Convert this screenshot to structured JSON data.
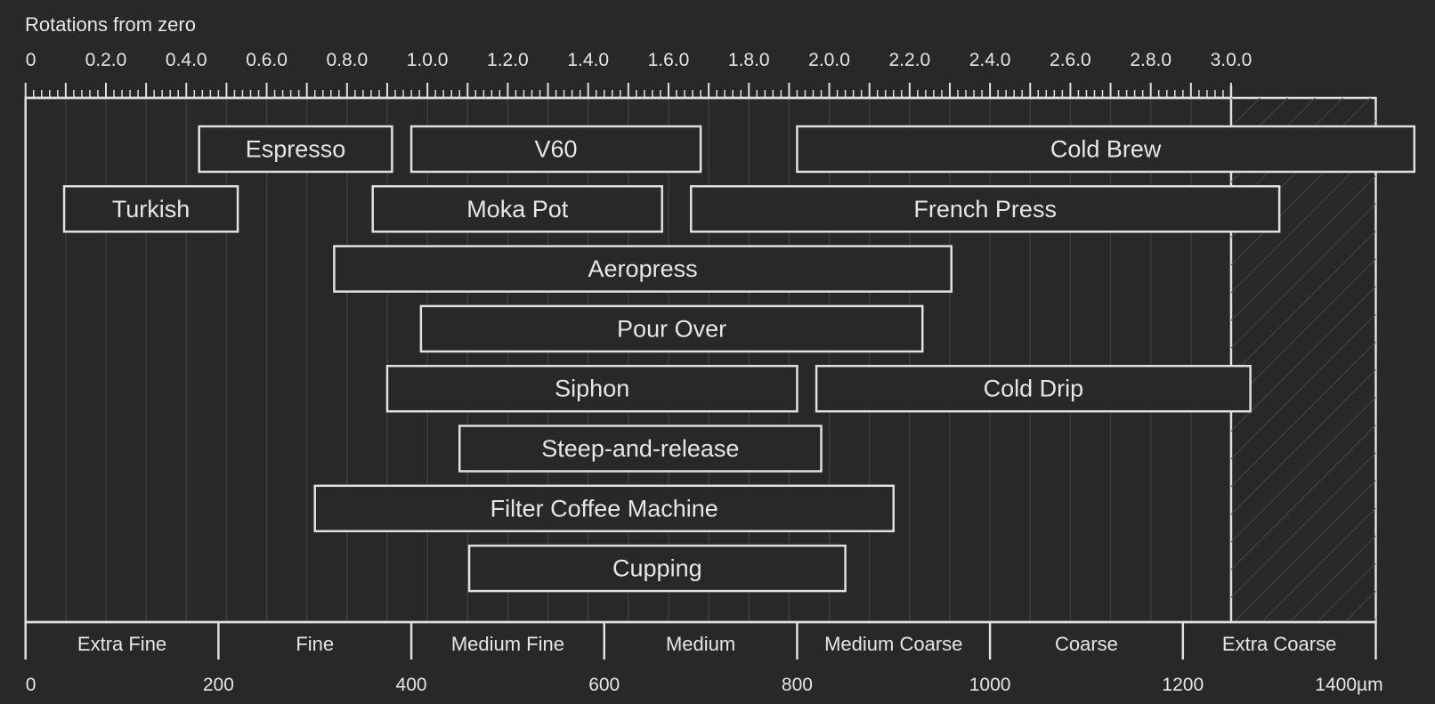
{
  "chart_data": {
    "type": "bar",
    "orientation": "horizontal-range",
    "title": "",
    "top_axis": {
      "label": "Rotations from zero",
      "tick_labels": [
        "0",
        "0.2.0",
        "0.4.0",
        "0.6.0",
        "0.8.0",
        "1.0.0",
        "1.2.0",
        "1.4.0",
        "1.6.0",
        "1.8.0",
        "2.0.0",
        "2.2.0",
        "2.4.0",
        "2.6.0",
        "2.8.0",
        "3.0.0"
      ],
      "max_rotations": 3.0,
      "um_per_rotation": 416.67
    },
    "bottom_axis": {
      "unit": "µm",
      "xlim": [
        0,
        1400
      ],
      "tick_values": [
        0,
        200,
        400,
        600,
        800,
        1000,
        1200,
        1400
      ],
      "tick_labels": [
        "0",
        "200",
        "400",
        "600",
        "800",
        "1000",
        "1200",
        "1400µm"
      ]
    },
    "grind_categories": [
      {
        "label": "Extra Fine",
        "from": 0,
        "to": 200
      },
      {
        "label": "Fine",
        "from": 200,
        "to": 400
      },
      {
        "label": "Medium Fine",
        "from": 400,
        "to": 600
      },
      {
        "label": "Medium",
        "from": 600,
        "to": 800
      },
      {
        "label": "Medium Coarse",
        "from": 800,
        "to": 1000
      },
      {
        "label": "Coarse",
        "from": 1000,
        "to": 1200
      },
      {
        "label": "Extra Coarse",
        "from": 1200,
        "to": 1400
      }
    ],
    "out_of_range_from": 1250,
    "series": [
      {
        "name": "Espresso",
        "row": 0,
        "from": 180,
        "to": 380
      },
      {
        "name": "V60",
        "row": 0,
        "from": 400,
        "to": 700
      },
      {
        "name": "Cold Brew",
        "row": 0,
        "from": 800,
        "to": 1440
      },
      {
        "name": "Turkish",
        "row": 1,
        "from": 40,
        "to": 220
      },
      {
        "name": "Moka Pot",
        "row": 1,
        "from": 360,
        "to": 660
      },
      {
        "name": "French Press",
        "row": 1,
        "from": 690,
        "to": 1300
      },
      {
        "name": "Aeropress",
        "row": 2,
        "from": 320,
        "to": 960
      },
      {
        "name": "Pour Over",
        "row": 3,
        "from": 410,
        "to": 930
      },
      {
        "name": "Siphon",
        "row": 4,
        "from": 375,
        "to": 800
      },
      {
        "name": "Cold Drip",
        "row": 4,
        "from": 820,
        "to": 1270
      },
      {
        "name": "Steep-and-release",
        "row": 5,
        "from": 450,
        "to": 825
      },
      {
        "name": "Filter Coffee Machine",
        "row": 6,
        "from": 300,
        "to": 900
      },
      {
        "name": "Cupping",
        "row": 7,
        "from": 460,
        "to": 850
      }
    ],
    "colors": {
      "background": "#282828",
      "line": "#e0e0e0",
      "grid": "#3c3c3c",
      "hatch": "#444444"
    }
  }
}
